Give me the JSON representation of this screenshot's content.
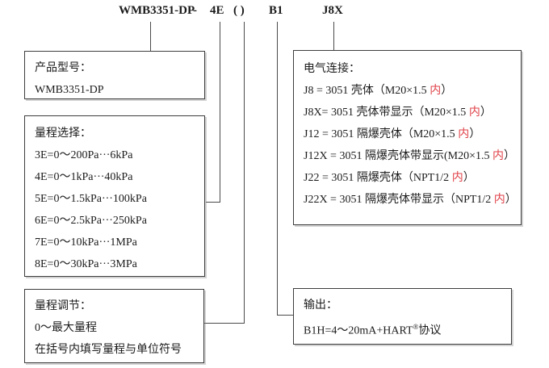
{
  "colors": {
    "text": "#1b1b1b",
    "accent_red": "#e04148",
    "line": "#4a4a4a"
  },
  "header": {
    "model": "WMB3351-DP",
    "dash": "-",
    "range_code": "4E",
    "paren": "( )",
    "output_code": "B1",
    "connection_code": "J8X"
  },
  "product_box": {
    "title": "产品型号：",
    "model": "WMB3351-DP"
  },
  "range_box": {
    "title": "量程选择：",
    "items": [
      "3E=0～200Pa···6kPa",
      "4E=0～1kPa···40kPa",
      "5E=0～1.5kPa···100kPa",
      "6E=0～2.5kPa···250kPa",
      "7E=0～10kPa···1MPa",
      "8E=0～30kPa···3MPa"
    ]
  },
  "adjust_box": {
    "title": "量程调节：",
    "line1": "0～最大量程",
    "line2": "在括号内填写量程与单位符号"
  },
  "electrical_box": {
    "title": "电气连接：",
    "items": [
      {
        "pre": "J8 = 3051 壳体（M20×1.5 ",
        "red": "内",
        "post": "）"
      },
      {
        "pre": "J8X= 3051 壳体带显示（M20×1.5 ",
        "red": "内",
        "post": "）"
      },
      {
        "pre": "J12 = 3051 隔爆壳体（M20×1.5 ",
        "red": "内",
        "post": "）"
      },
      {
        "pre": "J12X = 3051 隔爆壳体带显示(M20×1.5 ",
        "red": "内",
        "post": "）"
      },
      {
        "pre": "J22 = 3051 隔爆壳体（NPT1/2 ",
        "red": "内",
        "post": "）"
      },
      {
        "pre": "J22X = 3051 隔爆壳体带显示（NPT1/2 ",
        "red": "内",
        "post": "）"
      }
    ]
  },
  "output_box": {
    "title": "输出：",
    "pre": "B1H=4～20mA+HART",
    "reg": "®",
    "post": "协议"
  }
}
